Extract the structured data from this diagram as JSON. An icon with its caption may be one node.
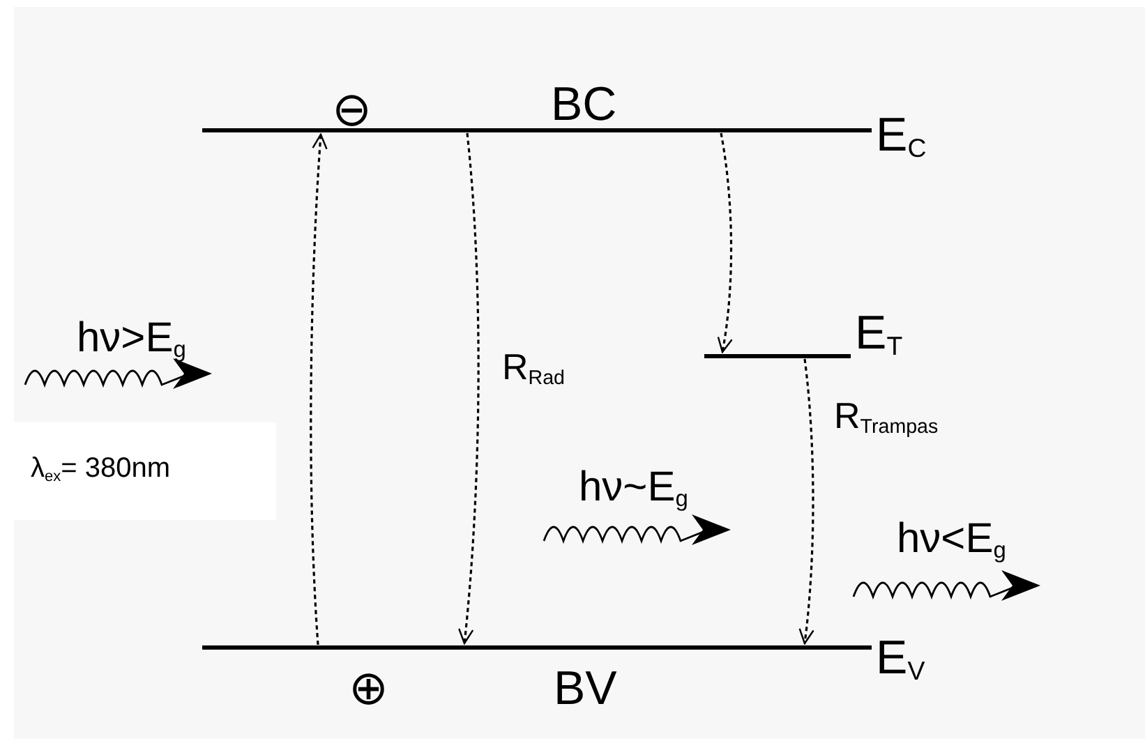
{
  "diagram": {
    "nodes": [
      {
        "text": [
          "BC",
          "E$_{C}$"
        ]
      },
      {
        "text": [
          "E$_{T}$"
        ]
      },
      {
        "text": [
          "BV",
          "E$_{V}$"
        ]
      }
    ],
    "edges": [
      {
        "from": 2,
        "to": 0,
        "arrow": "to",
        "style": "dashed"
      },
      {
        "from": 0,
        "to": 2,
        "arrow": "to",
        "style": "dashed",
        "label": "R$_{Rad}$"
      },
      {
        "from": 0,
        "to": 1,
        "arrow": "to",
        "style": "dashed"
      },
      {
        "from": 1,
        "to": 2,
        "arrow": "to",
        "style": "dashed",
        "label": "R$_{Trampas}$"
      }
    ],
    "labels": [
      "⊖",
      "hν>E$_{g}$",
      "λ$_{ex}$= 380nm",
      "hν~E$_{g}$",
      "hν<E$_{g}$",
      "⊕"
    ]
  }
}
